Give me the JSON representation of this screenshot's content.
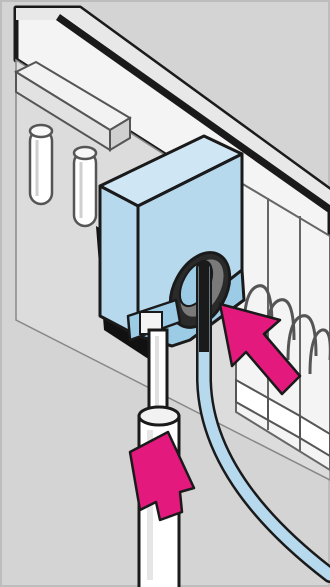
{
  "illustration": {
    "subject": "wire-insertion-into-terminal-connector",
    "colors": {
      "background": "#d4d4d4",
      "housing": "#f4f4f4",
      "outline": "#1a1a1a",
      "connector": "#b7d9ee",
      "connector_side": "#9ccbe6",
      "wire_insulation": "#b7d9ee",
      "arrow": "#e4197d",
      "screwdriver": "#ffffff",
      "pins": "#ffffff"
    },
    "icons": [
      "terminal-block-connector",
      "screwdriver",
      "wire",
      "push-arrow",
      "insert-arrow",
      "spring-terminals",
      "header-pins"
    ]
  }
}
